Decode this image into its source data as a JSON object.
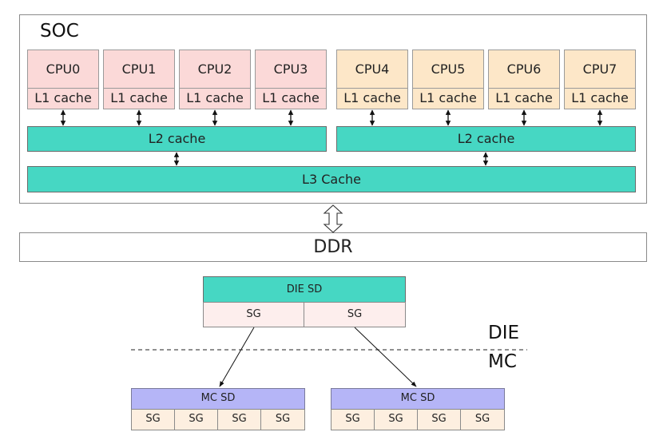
{
  "soc": {
    "label": "SOC"
  },
  "cpus": [
    {
      "name": "CPU0",
      "cache": "L1 cache"
    },
    {
      "name": "CPU1",
      "cache": "L1 cache"
    },
    {
      "name": "CPU2",
      "cache": "L1 cache"
    },
    {
      "name": "CPU3",
      "cache": "L1 cache"
    },
    {
      "name": "CPU4",
      "cache": "L1 cache"
    },
    {
      "name": "CPU5",
      "cache": "L1 cache"
    },
    {
      "name": "CPU6",
      "cache": "L1 cache"
    },
    {
      "name": "CPU7",
      "cache": "L1 cache"
    }
  ],
  "l2": [
    {
      "label": "L2 cache"
    },
    {
      "label": "L2 cache"
    }
  ],
  "l3": {
    "label": "L3 Cache"
  },
  "ddr": {
    "label": "DDR"
  },
  "die_sd": {
    "label": "DIE SD",
    "sg": [
      "SG",
      "SG"
    ]
  },
  "mc_sd": [
    {
      "label": "MC SD",
      "sg": [
        "SG",
        "SG",
        "SG",
        "SG"
      ]
    },
    {
      "label": "MC SD",
      "sg": [
        "SG",
        "SG",
        "SG",
        "SG"
      ]
    }
  ],
  "labels": {
    "die": "DIE",
    "mc": "MC"
  },
  "colors": {
    "cpu_group_a": "#fbd9d8",
    "cpu_group_b": "#fde7c8",
    "cache_bar": "#46d7c3",
    "mc_sd": "#b5b5f7"
  }
}
